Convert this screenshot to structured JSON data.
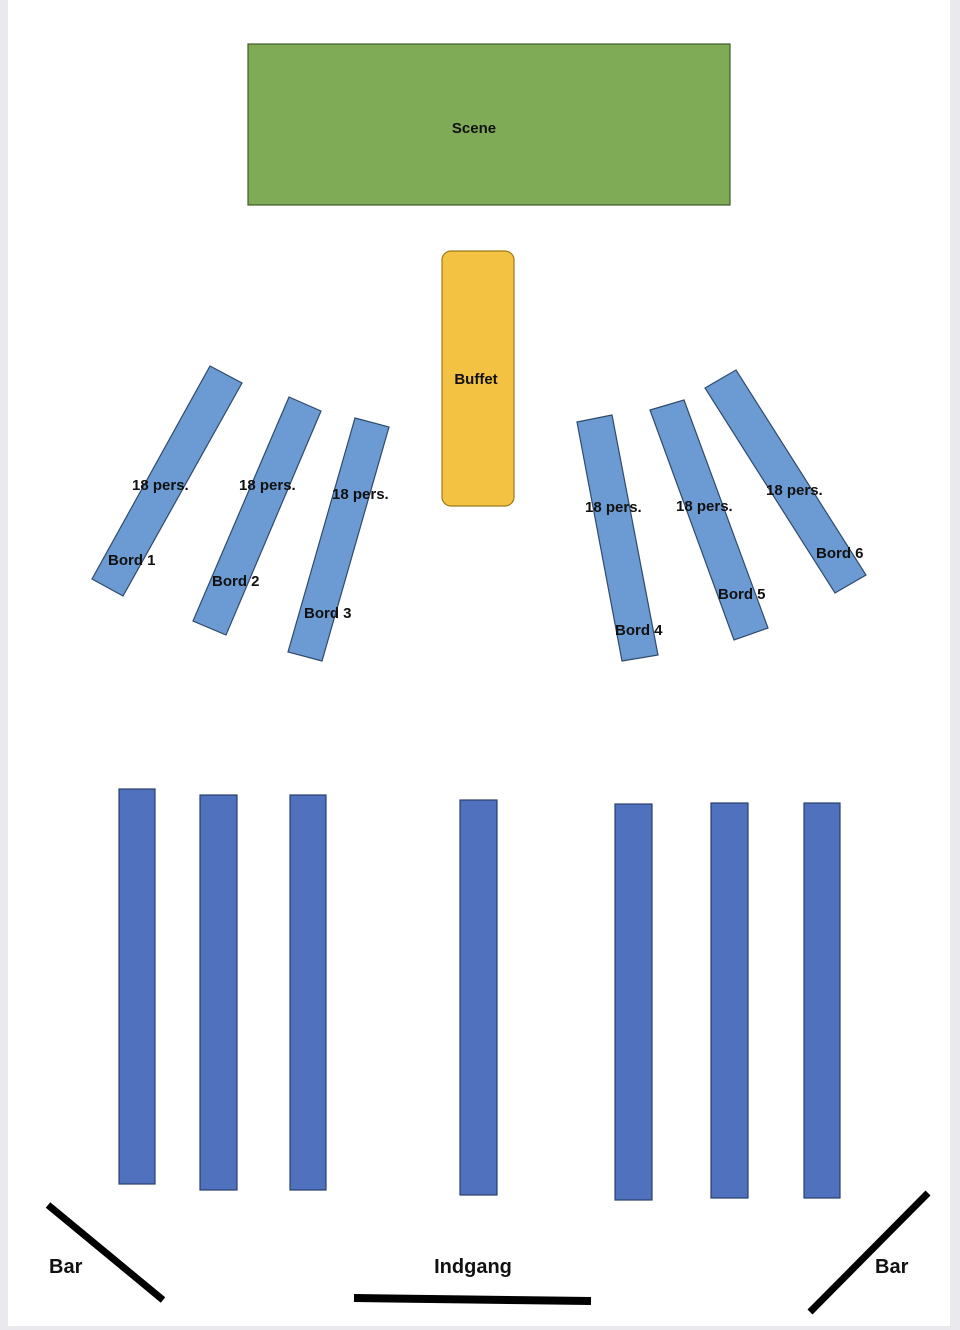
{
  "stage": {
    "label": "Scene",
    "color": "#7fab57"
  },
  "buffet": {
    "label": "Buffet",
    "color": "#f4c242"
  },
  "angled_tables": [
    {
      "name": "Bord 1",
      "capacity": "18 pers."
    },
    {
      "name": "Bord 2",
      "capacity": "18 pers."
    },
    {
      "name": "Bord 3",
      "capacity": "18 pers."
    },
    {
      "name": "Bord 4",
      "capacity": "18 pers."
    },
    {
      "name": "Bord 5",
      "capacity": "18 pers."
    },
    {
      "name": "Bord 6",
      "capacity": "18 pers."
    }
  ],
  "bar_left": {
    "label": "Bar"
  },
  "bar_right": {
    "label": "Bar"
  },
  "entrance": {
    "label": "Indgang"
  },
  "colors": {
    "angled_table": "#6b9bd2",
    "long_table": "#4f71be"
  }
}
